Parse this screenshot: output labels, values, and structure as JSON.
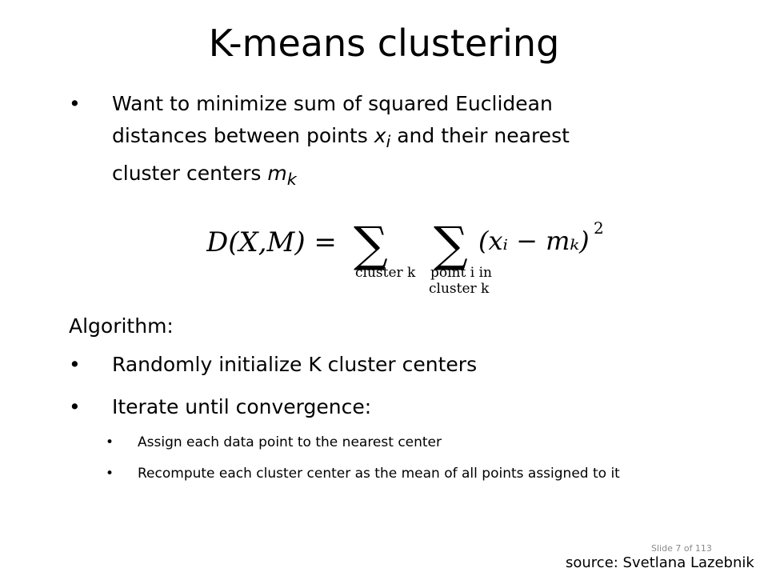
{
  "slide": {
    "title": "K-means clustering",
    "intro": {
      "bullet": "•",
      "text_before_x": "Want to minimize sum of squared Euclidean distances between points ",
      "var_x": "x",
      "sub_i": "i",
      "text_between": " and their nearest cluster centers ",
      "var_m": "m",
      "sub_k": "k"
    },
    "formula": {
      "lhs": "D(X,M) =",
      "sigma": "∑",
      "sum1_under": "cluster k",
      "sum2_under_line1": "point i in",
      "sum2_under_line2": "cluster k",
      "term": "(xᵢ − mₖ)",
      "exponent": "2"
    },
    "algorithm_label": "Algorithm:",
    "steps": [
      {
        "bullet": "•",
        "text": "Randomly initialize K cluster centers"
      },
      {
        "bullet": "•",
        "text": "Iterate until convergence:"
      }
    ],
    "substeps": [
      {
        "bullet": "•",
        "text": "Assign each data point to the nearest center"
      },
      {
        "bullet": "•",
        "text": "Recompute each cluster center as the mean of all points assigned to it"
      }
    ],
    "slide_number": "Slide 7 of 113",
    "source": "source: Svetlana Lazebnik"
  }
}
